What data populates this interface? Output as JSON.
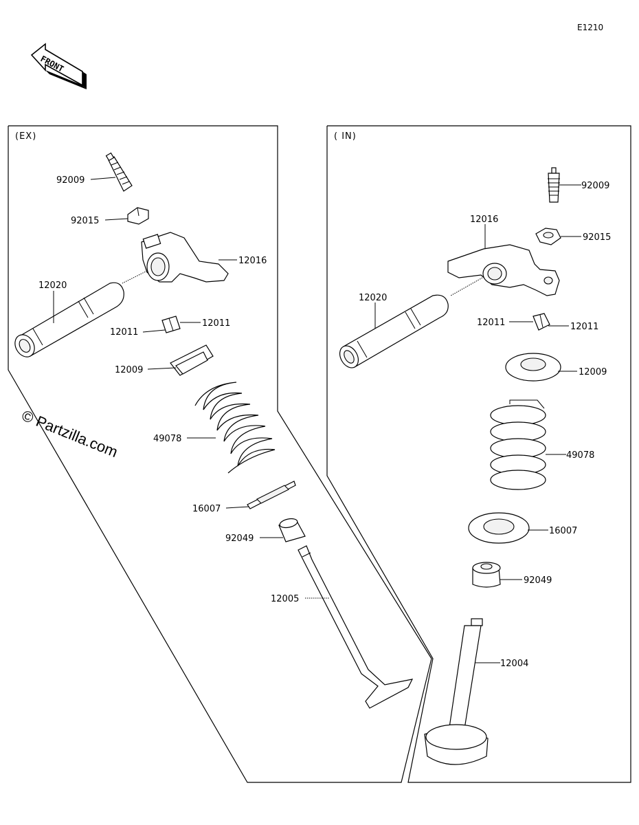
{
  "diagram_code": "E1210",
  "front_arrow_label": "FRONT",
  "watermark": "© Partzilla.com",
  "exhaust_panel": {
    "title": "(EX)",
    "parts": [
      {
        "id": "92009"
      },
      {
        "id": "92015"
      },
      {
        "id": "12016"
      },
      {
        "id": "12020"
      },
      {
        "id": "12011"
      },
      {
        "id": "12011"
      },
      {
        "id": "12009"
      },
      {
        "id": "49078"
      },
      {
        "id": "16007"
      },
      {
        "id": "92049"
      },
      {
        "id": "12005"
      }
    ]
  },
  "intake_panel": {
    "title": "( IN)",
    "parts": [
      {
        "id": "92009"
      },
      {
        "id": "92015"
      },
      {
        "id": "12016"
      },
      {
        "id": "12020"
      },
      {
        "id": "12011"
      },
      {
        "id": "12011"
      },
      {
        "id": "12009"
      },
      {
        "id": "49078"
      },
      {
        "id": "16007"
      },
      {
        "id": "92049"
      },
      {
        "id": "12004"
      }
    ]
  }
}
